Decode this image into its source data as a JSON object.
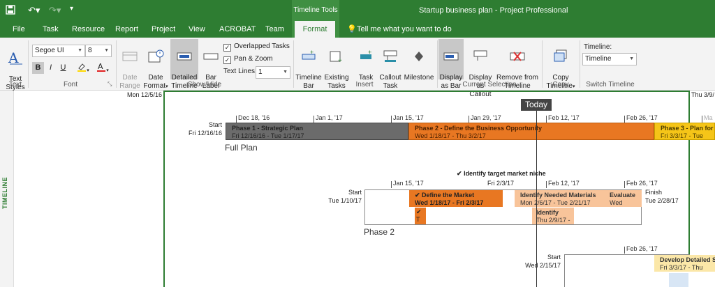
{
  "titlebar": {
    "tool_group": "Timeline Tools",
    "app_title": "Startup business plan  -  Project Professional"
  },
  "tabs": {
    "file": "File",
    "task": "Task",
    "resource": "Resource",
    "report": "Report",
    "project": "Project",
    "view": "View",
    "acrobat": "ACROBAT",
    "team": "Team",
    "format": "Format",
    "tell_me": "Tell me what you want to do"
  },
  "ribbon": {
    "text_styles": "Text\nStyles",
    "text_group": "Text",
    "font_name": "Segoe UI",
    "font_size": "8",
    "bold": "B",
    "italic": "I",
    "underline": "U",
    "font_group": "Font",
    "date_range": "Date\nRange",
    "date_format": "Date\nFormat",
    "detailed_timeline": "Detailed\nTimeline",
    "bar_label": "Bar\nLabel",
    "overlapped_tasks": "Overlapped Tasks",
    "pan_zoom": "Pan & Zoom",
    "text_lines_label": "Text Lines:",
    "text_lines_value": "1",
    "show_hide_group": "Show/Hide",
    "timeline_bar": "Timeline\nBar",
    "existing_tasks": "Existing\nTasks",
    "task": "Task",
    "callout_task": "Callout\nTask",
    "milestone": "Milestone",
    "insert_group": "Insert",
    "display_as_bar": "Display\nas Bar",
    "display_as_callout": "Display\nas Callout",
    "remove_from_timeline": "Remove from\nTimeline",
    "current_selection_group": "Current Selection",
    "copy_timeline": "Copy\nTimeline",
    "copy_group": "Copy",
    "timeline_label": "Timeline:",
    "timeline_value": "Timeline",
    "switch_timeline_group": "Switch Timeline"
  },
  "timeline": {
    "side_label": "TIMELINE",
    "left_date": "Mon 12/5/16",
    "right_date": "Thu 3/9/",
    "today": "Today",
    "top_ticks": [
      "Dec 18, '16",
      "Jan 1, '17",
      "Jan 15, '17",
      "Jan 29, '17",
      "Feb 12, '17",
      "Feb 26, '17",
      "Ma"
    ],
    "full_plan": {
      "start_label": "Start",
      "start_date": "Fri 12/16/16",
      "name": "Full Plan",
      "bars": [
        {
          "title": "Phase 1 - Strategic Plan",
          "dates": "Fri 12/16/16 - Tue 1/17/17"
        },
        {
          "title": "Phase 2 - Define the Business Opportunity",
          "dates": "Wed 1/18/17 - Thu 3/2/17"
        },
        {
          "title": "Phase 3 - Plan for",
          "dates": "Fri 3/3/17 - Tue"
        }
      ]
    },
    "phase2": {
      "ticks": [
        "Jan 15, '17",
        "Feb 12, '17",
        "Feb 26, '17"
      ],
      "milestone": "Identify target market niche",
      "milestone_date": "Fri 2/3/17",
      "start_label": "Start",
      "start_date": "Tue 1/10/17",
      "finish_label": "Finish",
      "finish_date": "Tue 2/28/17",
      "name": "Phase 2",
      "bars": [
        {
          "title": "Define the Market",
          "dates": "Wed 1/18/17 - Fri 2/3/17"
        },
        {
          "title": "Identify Needed Materials",
          "dates": "Mon 2/6/17 - Tue 2/21/17"
        },
        {
          "title": "Evaluate",
          "dates": "Wed"
        },
        {
          "title": "",
          "dates": "T"
        },
        {
          "title": "Identify",
          "dates": "Thu 2/9/17 -"
        }
      ]
    },
    "phase3": {
      "tick": "Feb 26, '17",
      "start_label": "Start",
      "start_date": "Wed 2/15/17",
      "bar_title": "Develop Detailed S",
      "bar_dates": "Fri 3/3/17 - Thu"
    }
  },
  "colors": {
    "brand": "#2e7d32",
    "phase1": "#6b6b6b",
    "phase2": "#e87722",
    "phase3": "#f5c518",
    "light_orange": "#f8c49a"
  }
}
